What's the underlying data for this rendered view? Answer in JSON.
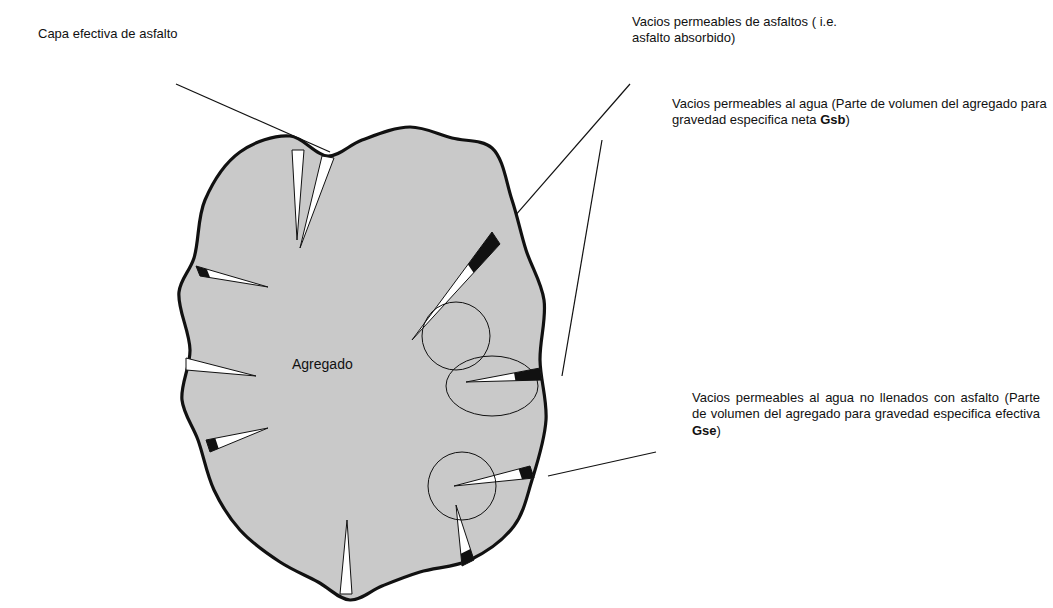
{
  "diagram": {
    "nodes": [
      {
        "text": [
          "Agregado"
        ]
      }
    ],
    "labels": [
      "Capa efectiva de asfalto",
      "Vacios permeables de asfaltos ( i.e. asfalto absorbido)",
      "Vacios permeables al agua (Parte de volumen del agregado para gravedad especifica neta Gsb)",
      "Vacios permeables al agua no llenados con asfalto (Parte de volumen del agregado para gravedad especifica efectiva Gse)"
    ]
  }
}
